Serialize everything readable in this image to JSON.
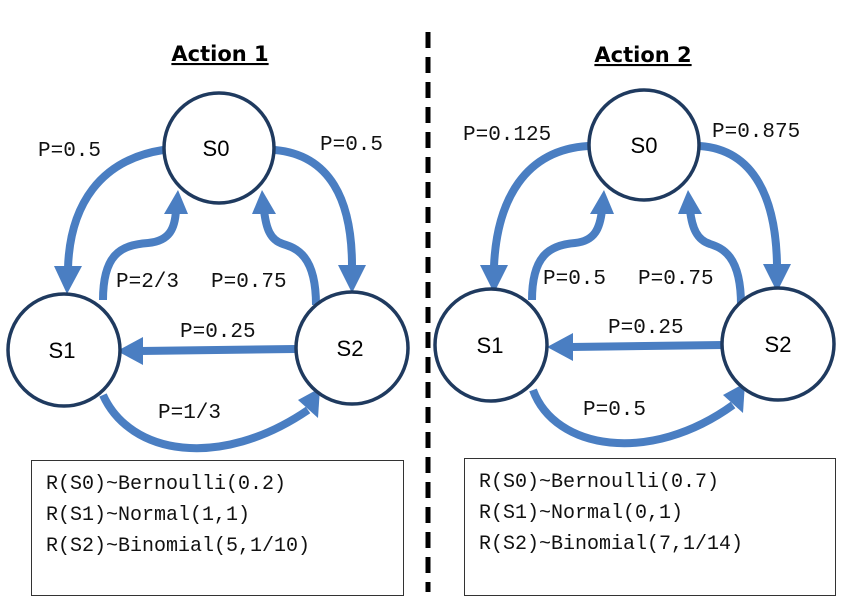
{
  "panels": [
    {
      "title": "Action 1",
      "states": {
        "s0": "S0",
        "s1": "S1",
        "s2": "S2"
      },
      "probs": {
        "s0_s1": "P=0.5",
        "s0_s2": "P=0.5",
        "s1_s0": "P=2/3",
        "s2_s0": "P=0.75",
        "s2_s1": "P=0.25",
        "s1_s2": "P=1/3"
      },
      "rewards": [
        "R(S0)~Bernoulli(0.2)",
        "R(S1)~Normal(1,1)",
        "R(S2)~Binomial(5,1/10)"
      ]
    },
    {
      "title": "Action 2",
      "states": {
        "s0": "S0",
        "s1": "S1",
        "s2": "S2"
      },
      "probs": {
        "s0_s1": "P=0.125",
        "s0_s2": "P=0.875",
        "s1_s0": "P=0.5",
        "s2_s0": "P=0.75",
        "s2_s1": "P=0.25",
        "s1_s2": "P=0.5"
      },
      "rewards": [
        "R(S0)~Bernoulli(0.7)",
        "R(S1)~Normal(0,1)",
        "R(S2)~Binomial(7,1/14)"
      ]
    }
  ]
}
